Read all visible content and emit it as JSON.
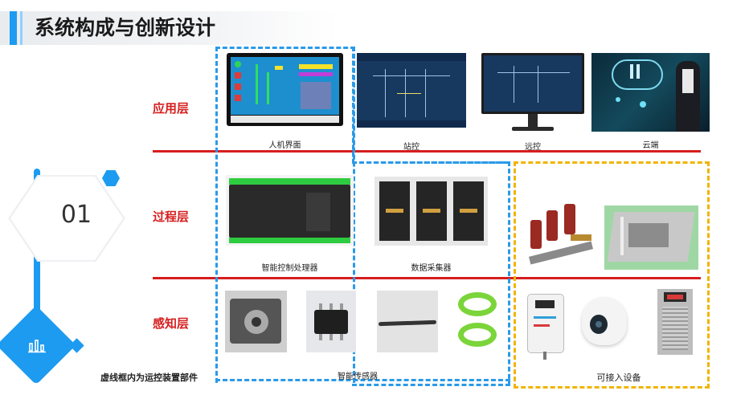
{
  "title": "系统构成与创新设计",
  "section_number": "01",
  "layers": {
    "application": "应用层",
    "process": "过程层",
    "perception": "感知层"
  },
  "captions": {
    "hmi": "人机界面",
    "station_control": "站控",
    "remote_control": "远控",
    "cloud": "云端",
    "smart_controller": "智能控制处理器",
    "data_collector": "数据采集器",
    "smart_sensor": "智能传感器",
    "accessible_devices": "可接入设备"
  },
  "note": "虚线框内为运控装置部件",
  "colors": {
    "accent": "#1d9bf0",
    "layer_red": "#d61e1e",
    "dash_blue": "#2b9ae8",
    "dash_yellow": "#f0b400"
  }
}
